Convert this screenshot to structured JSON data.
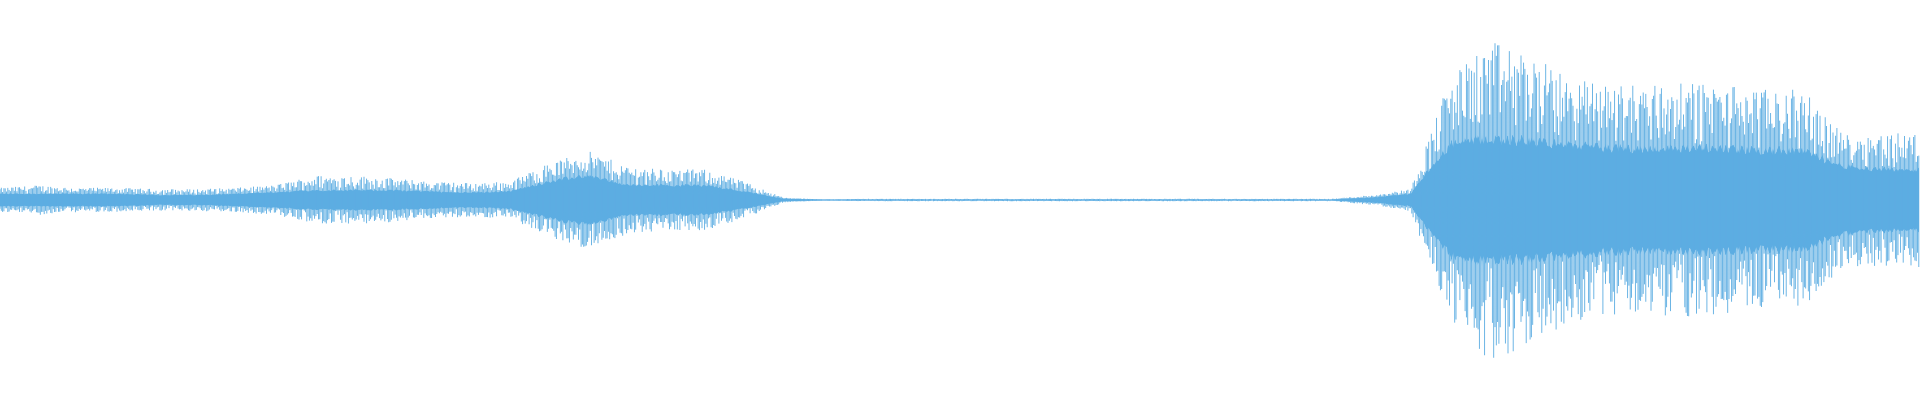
{
  "waveform": {
    "color": "#5DADE2",
    "background": "#FFFFFF",
    "envelope_peak": [
      0.061,
      0.074,
      0.061,
      0.061,
      0.055,
      0.055,
      0.061,
      0.074,
      0.123,
      0.123,
      0.11,
      0.092,
      0.086,
      0.092,
      0.184,
      0.245,
      0.172,
      0.153,
      0.153,
      0.092,
      0.012,
      0.003,
      0.006,
      0.006,
      0.006,
      0.006,
      0.006,
      0.006,
      0.006,
      0.006,
      0.006,
      0.006,
      0.006,
      0.006,
      0.006,
      0.025,
      0.055,
      0.613,
      0.798,
      0.736,
      0.613,
      0.583,
      0.583,
      0.583,
      0.583,
      0.552,
      0.552,
      0.337,
      0.337,
      0.337
    ],
    "envelope_core": [
      0.031,
      0.031,
      0.031,
      0.031,
      0.025,
      0.025,
      0.031,
      0.037,
      0.049,
      0.049,
      0.049,
      0.043,
      0.037,
      0.043,
      0.092,
      0.123,
      0.074,
      0.074,
      0.074,
      0.043,
      0.006,
      0.003,
      0.003,
      0.003,
      0.003,
      0.003,
      0.003,
      0.003,
      0.003,
      0.003,
      0.003,
      0.003,
      0.003,
      0.003,
      0.003,
      0.012,
      0.031,
      0.276,
      0.307,
      0.294,
      0.276,
      0.258,
      0.258,
      0.258,
      0.258,
      0.245,
      0.245,
      0.172,
      0.153,
      0.153
    ]
  }
}
